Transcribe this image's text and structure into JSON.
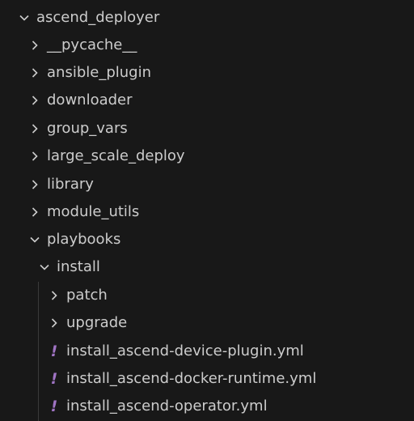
{
  "explorer": {
    "root": {
      "label": "ascend_deployer",
      "expanded": true,
      "icon": "chevron-down-icon"
    },
    "items": [
      {
        "label": "__pycache__",
        "type": "folder",
        "expanded": false,
        "icon": "chevron-right-icon"
      },
      {
        "label": "ansible_plugin",
        "type": "folder",
        "expanded": false,
        "icon": "chevron-right-icon"
      },
      {
        "label": "downloader",
        "type": "folder",
        "expanded": false,
        "icon": "chevron-right-icon"
      },
      {
        "label": "group_vars",
        "type": "folder",
        "expanded": false,
        "icon": "chevron-right-icon"
      },
      {
        "label": "large_scale_deploy",
        "type": "folder",
        "expanded": false,
        "icon": "chevron-right-icon"
      },
      {
        "label": "library",
        "type": "folder",
        "expanded": false,
        "icon": "chevron-right-icon"
      },
      {
        "label": "module_utils",
        "type": "folder",
        "expanded": false,
        "icon": "chevron-right-icon"
      },
      {
        "label": "playbooks",
        "type": "folder",
        "expanded": true,
        "icon": "chevron-down-icon"
      }
    ],
    "install": {
      "label": "install",
      "type": "folder",
      "expanded": true,
      "icon": "chevron-down-icon"
    },
    "install_items": [
      {
        "label": "patch",
        "type": "folder",
        "expanded": false,
        "icon": "chevron-right-icon"
      },
      {
        "label": "upgrade",
        "type": "folder",
        "expanded": false,
        "icon": "chevron-right-icon"
      },
      {
        "label": "install_ascend-device-plugin.yml",
        "type": "file",
        "glyph": "!",
        "icon": "yaml-file-icon"
      },
      {
        "label": "install_ascend-docker-runtime.yml",
        "type": "file",
        "glyph": "!",
        "icon": "yaml-file-icon"
      },
      {
        "label": "install_ascend-operator.yml",
        "type": "file",
        "glyph": "!",
        "icon": "yaml-file-icon"
      }
    ],
    "colors": {
      "background": "#181818",
      "text": "#cccccc",
      "yaml_icon": "#a074c4",
      "indent_guide": "#3a3a3a"
    }
  }
}
